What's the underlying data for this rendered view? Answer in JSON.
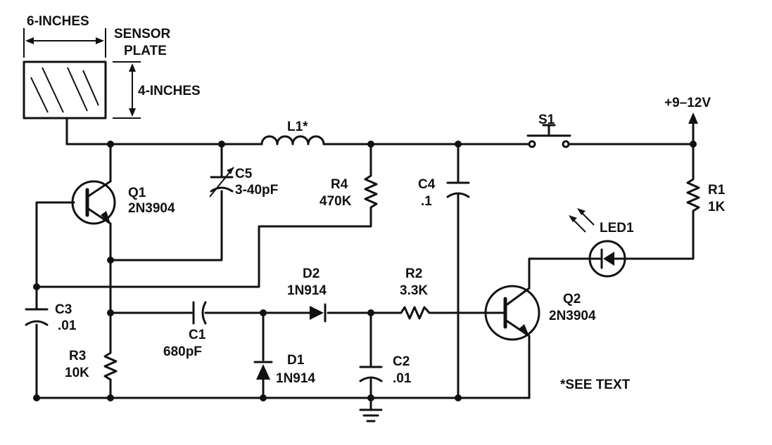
{
  "sensor": {
    "width_label": "6-INCHES",
    "height_label": "4-INCHES",
    "name_line1": "SENSOR",
    "name_line2": "PLATE"
  },
  "components": {
    "l1": "L1*",
    "s1": "S1",
    "supply": "+9–12V",
    "q1_name": "Q1",
    "q1_part": "2N3904",
    "c5_name": "C5",
    "c5_value": "3-40pF",
    "r4_name": "R4",
    "r4_value": "470K",
    "c4_name": "C4",
    "c4_value": ".1",
    "r1_name": "R1",
    "r1_value": "1K",
    "led_name": "LED1",
    "d2_name": "D2",
    "d2_part": "1N914",
    "r2_name": "R2",
    "r2_value": "3.3K",
    "q2_name": "Q2",
    "q2_part": "2N3904",
    "c3_name": "C3",
    "c3_value": ".01",
    "c1_name": "C1",
    "c1_value": "680pF",
    "r3_name": "R3",
    "r3_value": "10K",
    "d1_name": "D1",
    "d1_part": "1N914",
    "c2_name": "C2",
    "c2_value": ".01",
    "note": "*SEE TEXT"
  }
}
